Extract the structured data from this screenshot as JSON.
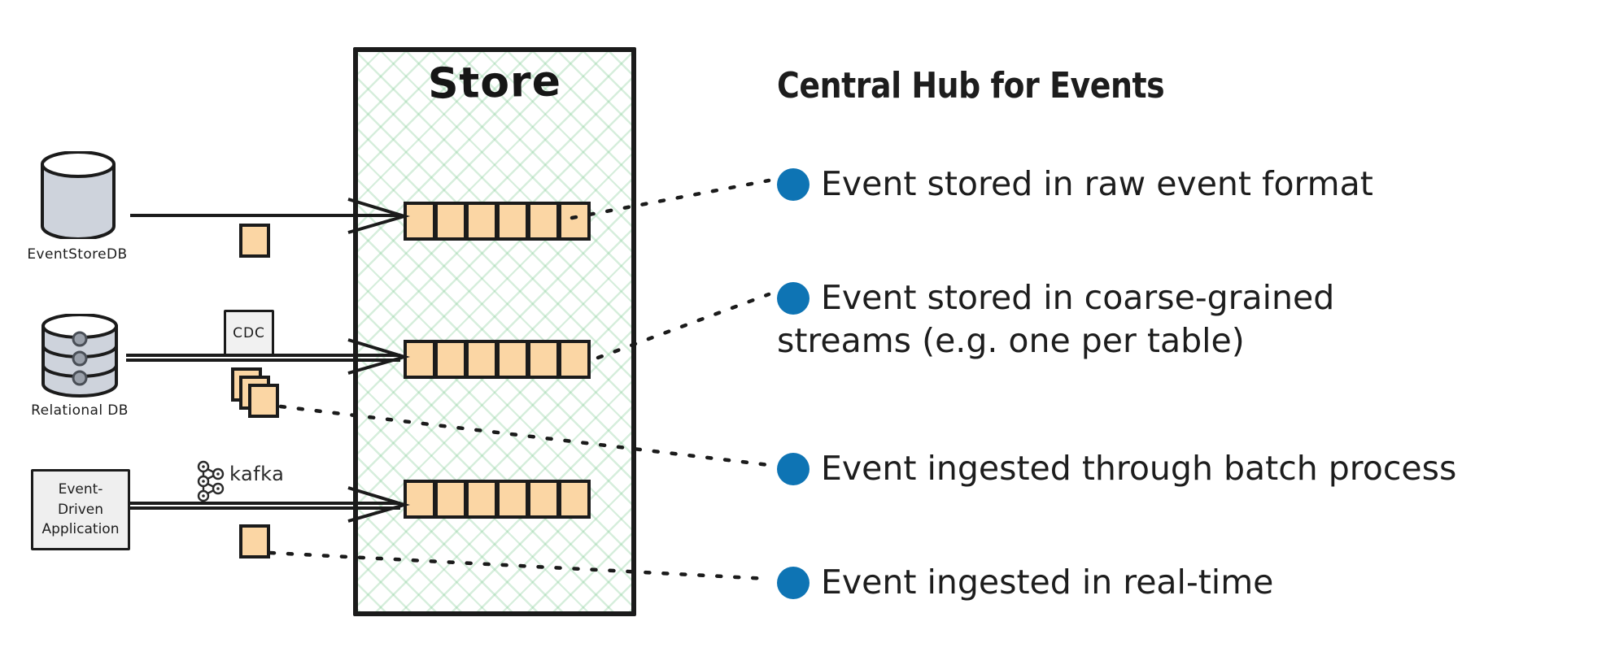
{
  "diagram": {
    "store": {
      "title": "Store",
      "rows": [
        {
          "id": "raw-event-stream",
          "blocks": 6,
          "has_trailing_dots": true
        },
        {
          "id": "coarse-grained-stream",
          "blocks": 6,
          "has_trailing_dots": false
        },
        {
          "id": "realtime-stream",
          "blocks": 6,
          "has_trailing_dots": false
        }
      ]
    },
    "sources": [
      {
        "id": "eventstoredb",
        "label": "EventStoreDB",
        "shape": "cylinder-plain"
      },
      {
        "id": "relational-db",
        "label": "Relational DB",
        "shape": "cylinder-stacked"
      },
      {
        "id": "event-driven-application",
        "label_lines": [
          "Event-",
          "Driven",
          "Application"
        ],
        "shape": "rect"
      }
    ],
    "middle": {
      "cdc_label": "CDC",
      "kafka_label": "kafka"
    }
  },
  "panel": {
    "title": "Central Hub for Events",
    "bullets": [
      {
        "id": "raw-event-format",
        "line1": "Event stored in raw event format",
        "line2": ""
      },
      {
        "id": "coarse-grained-streams",
        "line1": "Event stored in coarse-grained",
        "line2": "streams (e.g. one per table)"
      },
      {
        "id": "batch-process",
        "line1": "Event ingested through batch process",
        "line2": ""
      },
      {
        "id": "real-time",
        "line1": "Event ingested in real-time",
        "line2": ""
      }
    ]
  },
  "colors": {
    "bullet_blue": "#0e74b4",
    "event_block": "#fbd6a4",
    "ink": "#1b1b1b",
    "hatch_green": "#78c88c",
    "db_body": "#ced3dc",
    "box_grey": "#efefef"
  }
}
